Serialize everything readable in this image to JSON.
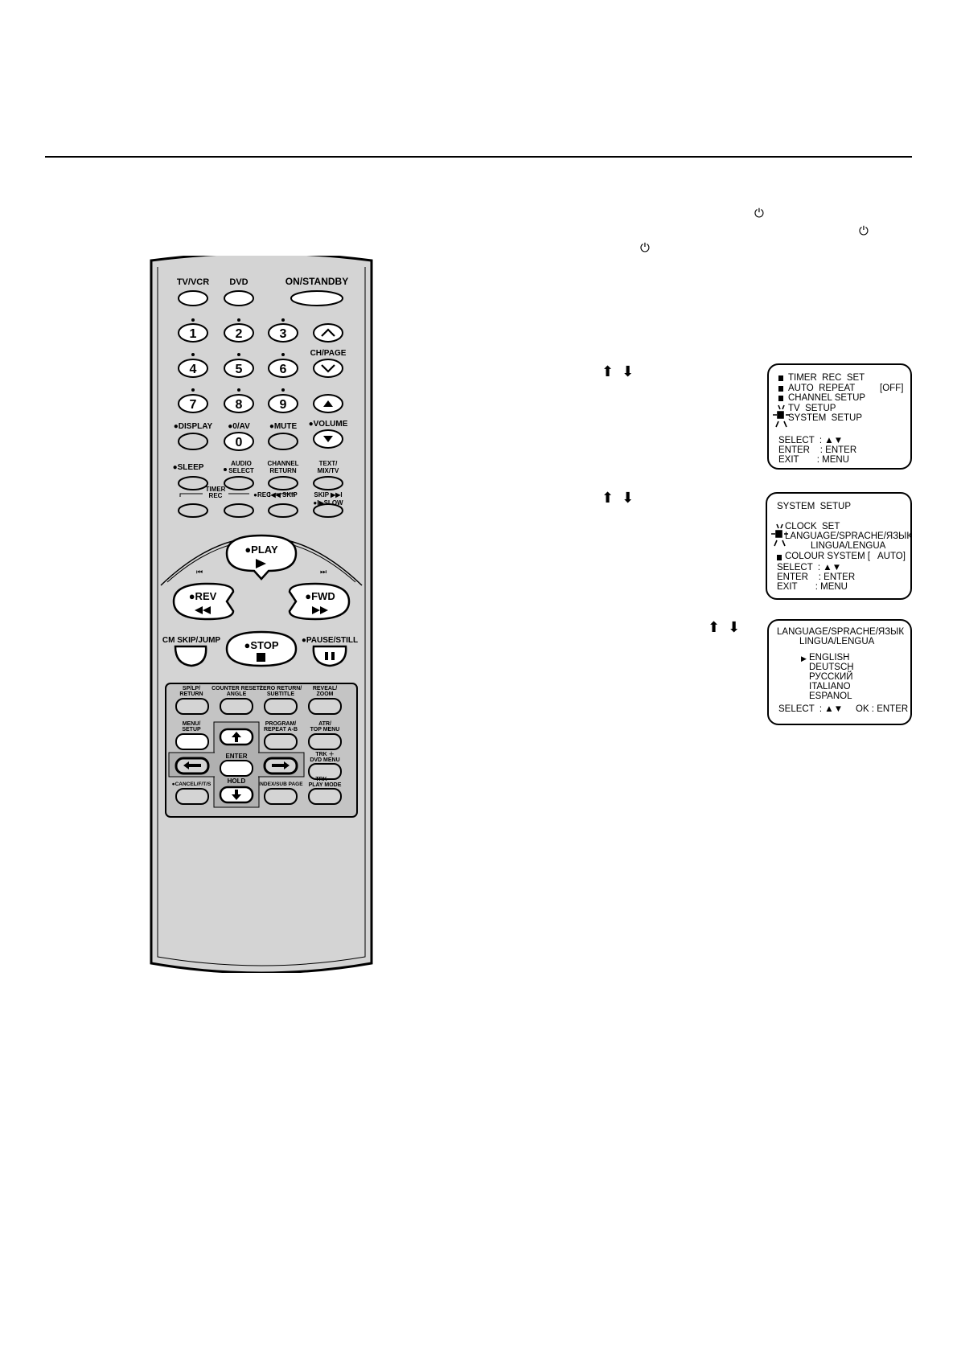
{
  "remote": {
    "buttons": {
      "tv_vcr": "TV/VCR",
      "dvd": "DVD",
      "on_standby": "ON/STANDBY",
      "digits": [
        "1",
        "2",
        "3",
        "4",
        "5",
        "6",
        "7",
        "8",
        "9",
        "0"
      ],
      "ch_page": "CH/PAGE",
      "display": "●DISPLAY",
      "zero_av": "●0/AV",
      "mute": "●MUTE",
      "volume": "●VOLUME",
      "sleep": "●SLEEP",
      "audio_select_1": "AUDIO",
      "audio_select_2": "SELECT",
      "channel_return_1": "CHANNEL",
      "channel_return_2": "RETURN",
      "text_1": "TEXT/",
      "text_2": "MIX/TV",
      "skip_back": "I◀◀ SKIP",
      "skip_fwd": "SKIP ▶▶I",
      "timer_rec_1": "TIMER",
      "timer_rec_2": "REC",
      "rec": "●REC",
      "slow": "●I▶SLOW",
      "play": "●PLAY",
      "rev": "●REV",
      "fwd": "●FWD",
      "cm_skip": "CM SKIP/JUMP",
      "stop": "●STOP",
      "pause": "●PAUSE/STILL",
      "sp_lp_1": "SP/LP/",
      "sp_lp_2": "RETURN",
      "counter_1": "COUNTER RESET/",
      "counter_2": "ANGLE",
      "zero_return_1": "ZERO RETURN/",
      "zero_return_2": "SUBTITLE",
      "reveal_1": "REVEAL/",
      "reveal_2": "ZOOM",
      "menu_1": "MENU/",
      "menu_2": "SETUP",
      "program_1": "PROGRAM/",
      "program_2": "REPEAT A-B",
      "atr_1": "ATR/",
      "atr_2": "TOP MENU",
      "enter": "ENTER",
      "trk_plus": "TRK ＋",
      "dvd_menu": "DVD MENU",
      "hold": "HOLD",
      "cancel": "●CANCEL/F/T/S",
      "index": "INDEX/SUB PAGE",
      "trk_minus": "TRK —",
      "play_mode": "PLAY MODE"
    }
  },
  "symbols": {
    "power": "⏻",
    "arrows": "⬆⬇"
  },
  "screen1": {
    "items": [
      "TIMER  REC  SET",
      "AUTO  REPEAT",
      "CHANNEL SETUP",
      "TV  SETUP",
      "SYSTEM  SETUP"
    ],
    "auto_repeat_value": "[OFF]",
    "select": "SELECT  : ▲▼",
    "enter": "ENTER    : ENTER",
    "exit": "EXIT       : MENU"
  },
  "screen2": {
    "title": "SYSTEM  SETUP",
    "items": [
      "CLOCK  SET",
      "LANGUAGE/SPRACHE/ЯЗЫК",
      "LINGUA/LENGUA",
      "COLOUR SYSTEM ["
    ],
    "colour_value": "AUTO]",
    "select": "SELECT  : ▲▼",
    "enter": "ENTER    : ENTER",
    "exit": "EXIT       : MENU"
  },
  "screen3": {
    "title_1": "LANGUAGE/SPRACHE/ЯЗЫК",
    "title_2": "LINGUA/LENGUA",
    "languages": [
      "ENGLISH",
      "DEUTSCH",
      "РУССКИЙ",
      "ITALIANO",
      "ESPANOL"
    ],
    "cursor": "▶",
    "select": "SELECT  : ▲▼",
    "ok": "OK : ENTER"
  }
}
